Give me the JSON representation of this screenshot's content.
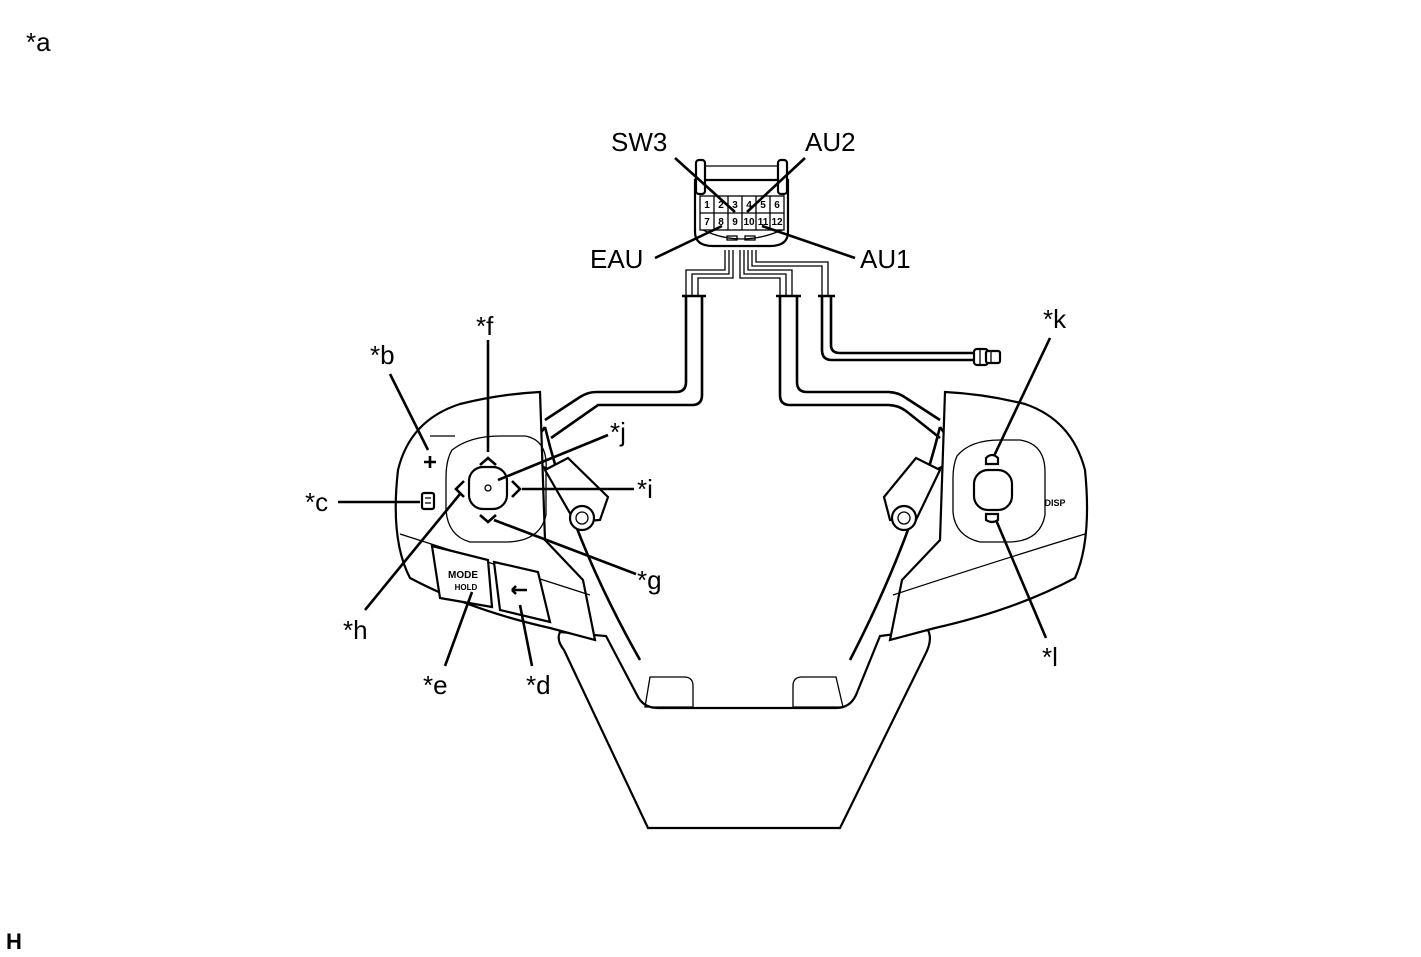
{
  "figure": {
    "callouts": {
      "a": "*a",
      "b": "*b",
      "c": "*c",
      "d": "*d",
      "e": "*e",
      "f": "*f",
      "g": "*g",
      "h": "*h",
      "i": "*i",
      "j": "*j",
      "k": "*k",
      "l": "*l"
    },
    "terminals": {
      "sw3": "SW3",
      "au2": "AU2",
      "eau": "EAU",
      "au1": "AU1"
    },
    "connector_pins": [
      "1",
      "2",
      "3",
      "4",
      "5",
      "6",
      "7",
      "8",
      "9",
      "10",
      "11",
      "12"
    ],
    "switch_text": {
      "mode": "MODE",
      "hold": "HOLD",
      "disp": "DISP"
    },
    "corner_mark": "H"
  }
}
